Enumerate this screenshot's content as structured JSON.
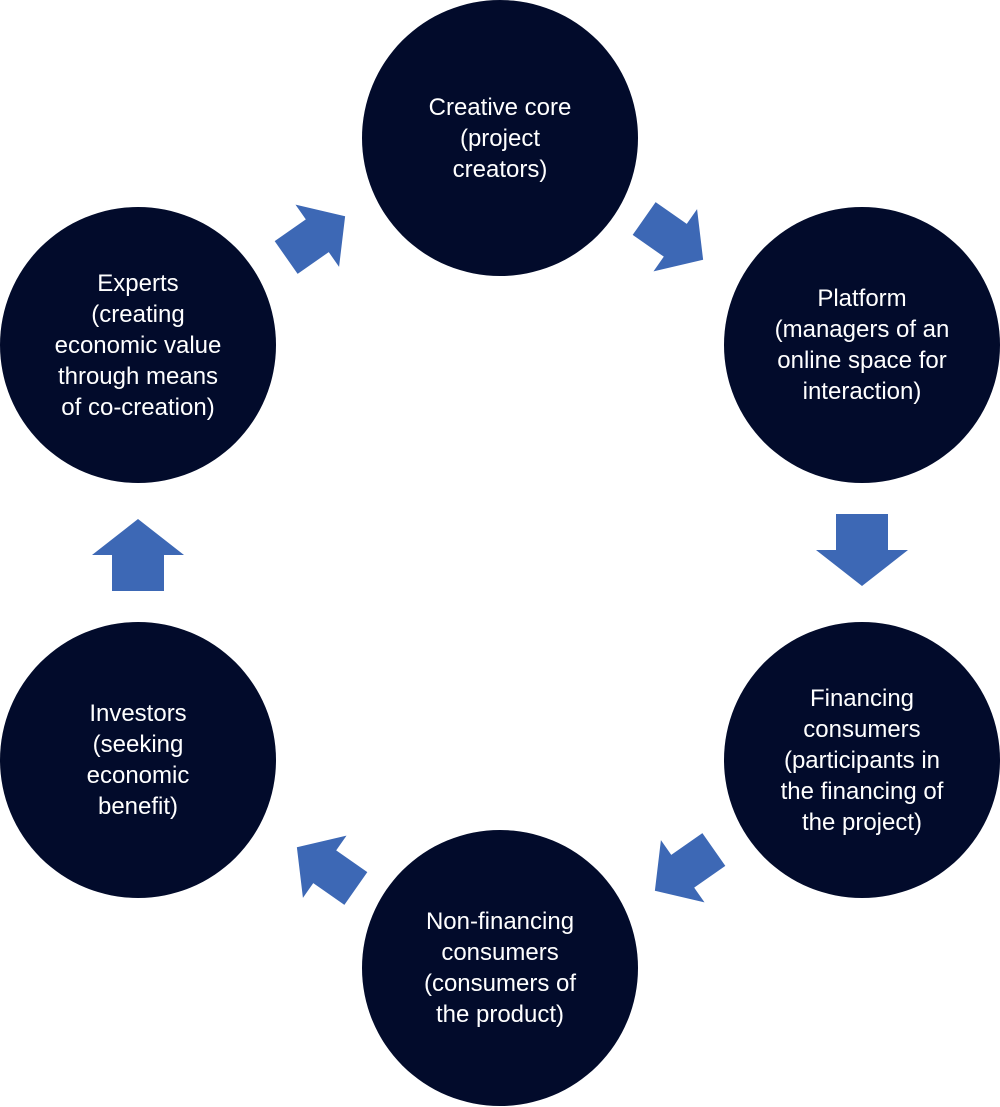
{
  "colors": {
    "node_fill": "#020b2b",
    "node_text": "#ffffff",
    "arrow_fill": "#3d68b5"
  },
  "nodes": [
    {
      "id": "creative-core",
      "label": "Creative core\n(project\ncreators)"
    },
    {
      "id": "platform",
      "label": "Platform\n(managers of an\nonline space for\ninteraction)"
    },
    {
      "id": "financing-consumers",
      "label": "Financing\nconsumers\n(participants in\nthe financing of\nthe project)"
    },
    {
      "id": "non-financing-consumers",
      "label": "Non-financing\nconsumers\n(consumers of\nthe product)"
    },
    {
      "id": "investors",
      "label": "Investors\n(seeking\neconomic\nbenefit)"
    },
    {
      "id": "experts",
      "label": "Experts\n(creating\neconomic value\nthrough means\nof co-creation)"
    }
  ],
  "arrows": [
    {
      "from": "creative-core",
      "to": "platform",
      "icon": "arrow-down-right-icon"
    },
    {
      "from": "platform",
      "to": "financing-consumers",
      "icon": "arrow-down-icon"
    },
    {
      "from": "financing-consumers",
      "to": "non-financing-consumers",
      "icon": "arrow-down-left-icon"
    },
    {
      "from": "non-financing-consumers",
      "to": "investors",
      "icon": "arrow-up-left-icon"
    },
    {
      "from": "investors",
      "to": "experts",
      "icon": "arrow-up-icon"
    },
    {
      "from": "experts",
      "to": "creative-core",
      "icon": "arrow-up-right-icon"
    }
  ]
}
